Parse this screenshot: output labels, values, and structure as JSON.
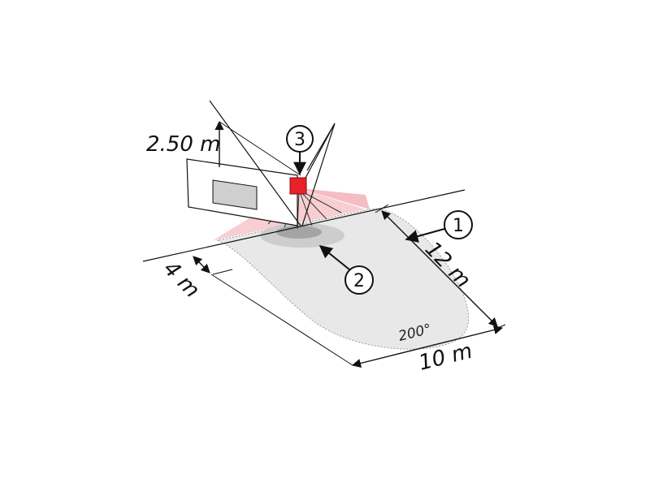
{
  "labels": {
    "height": "2.50 m",
    "depth": "12 m",
    "width_left": "4 m",
    "width_bottom": "10 m",
    "angle": "200°"
  },
  "callouts": {
    "c1": "1",
    "c2": "2",
    "c3": "3"
  },
  "colors": {
    "sensor": "#e8202a",
    "sensor_cone": "#f7c9cd",
    "detection_zone": "#e6e6e6",
    "core_zone": "#a8a8a8",
    "inner_zone": "#cfcfcf",
    "line": "#111111"
  }
}
